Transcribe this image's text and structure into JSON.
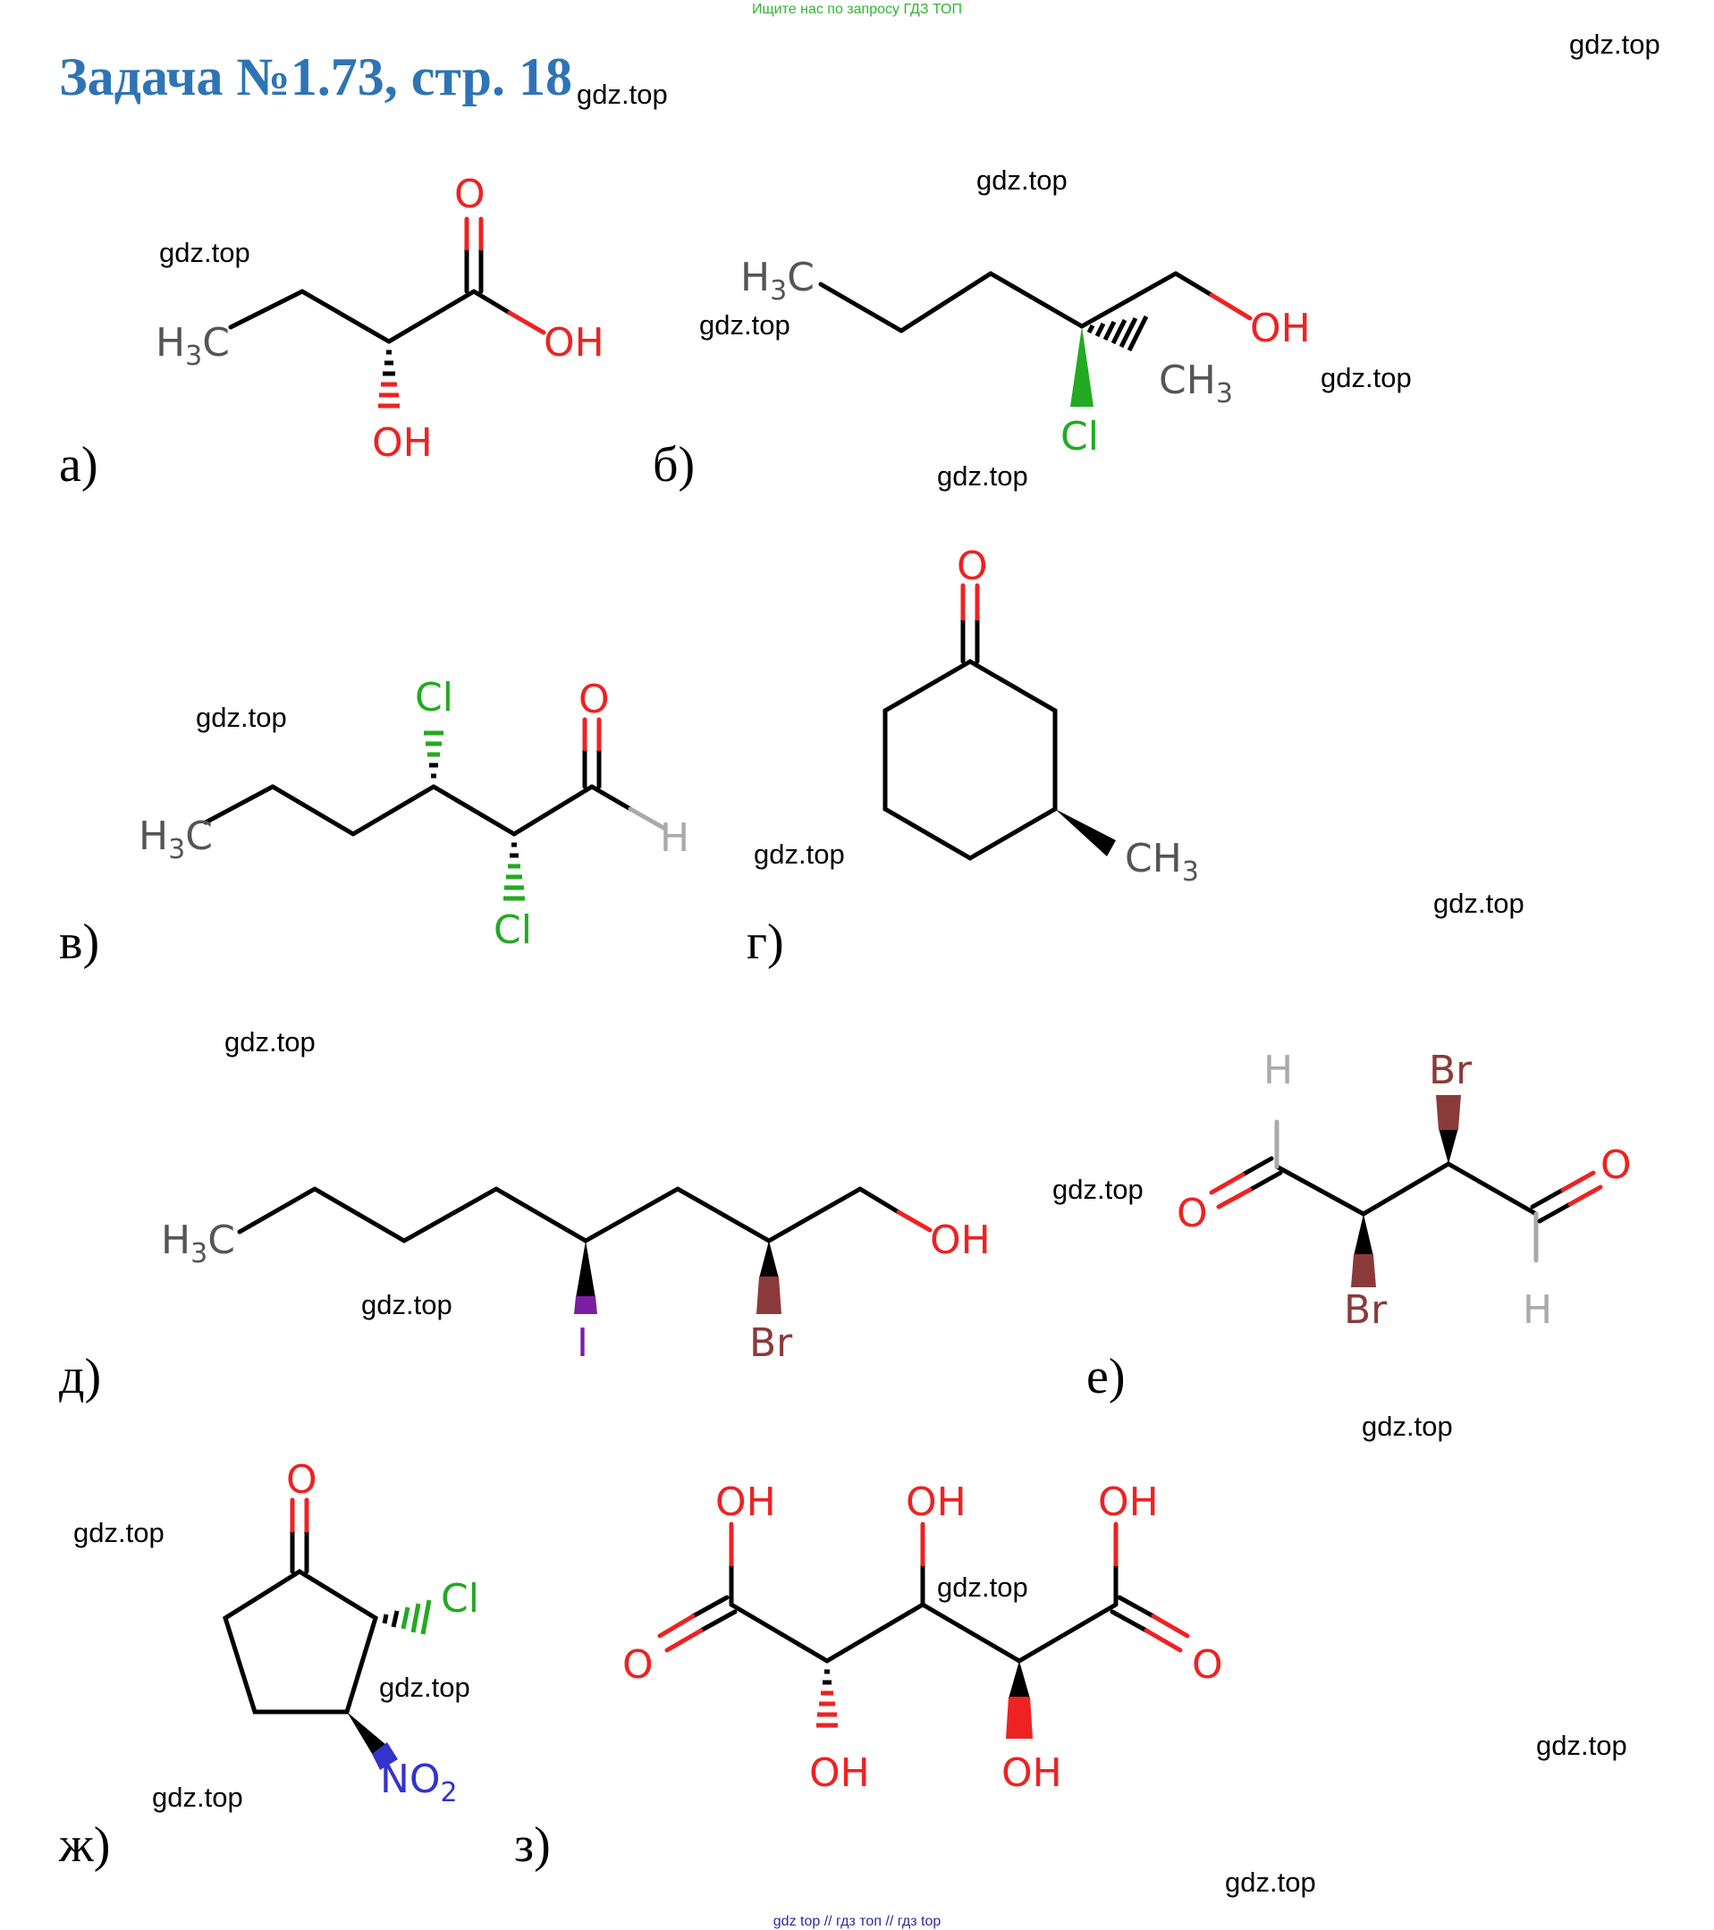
{
  "banner": "Ищите нас по запросу ГДЗ ТОП",
  "title": "Задача №1.73, стр. 18",
  "watermark": "gdz.top",
  "footer": "gdz top  //  гдз топ  //  гдз top",
  "parts": [
    "а)",
    "б)",
    "в)",
    "г)",
    "д)",
    "е)",
    "ж)",
    "з)"
  ],
  "colors": {
    "title": "#2e74b5",
    "oxygen": "#ee2222",
    "chlorine": "#22aa22",
    "bromine": "#8b3a3a",
    "iodine": "#7a1fa2",
    "nitrogen": "#3333cc"
  },
  "atoms": {
    "H3C": "H3C",
    "CH3": "CH3",
    "OH": "OH",
    "O": "O",
    "H": "H",
    "Cl": "Cl",
    "Br": "Br",
    "I": "I",
    "NO2": "NO2"
  }
}
